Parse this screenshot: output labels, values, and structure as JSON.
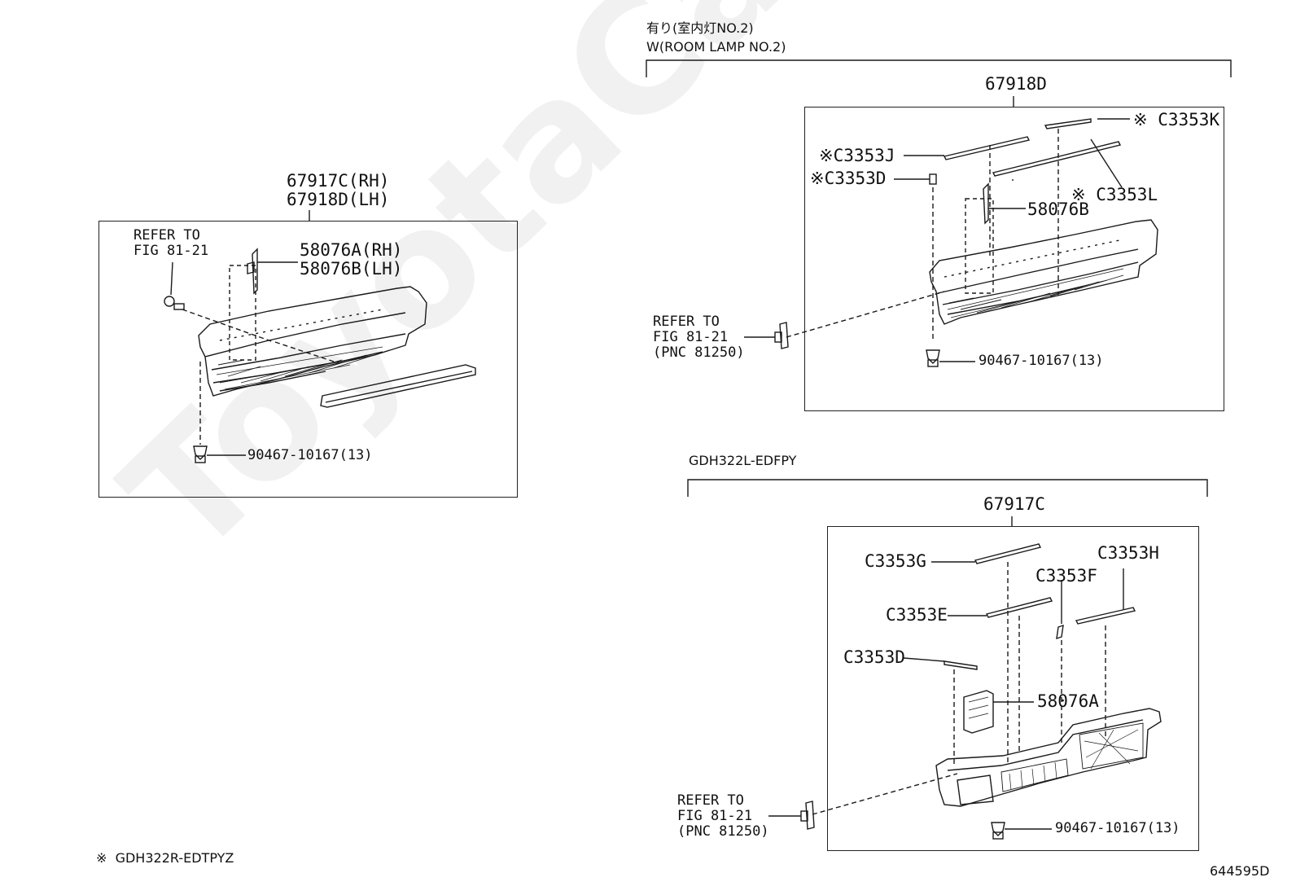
{
  "watermark": "ToyotaCarWine.ru",
  "left_panel": {
    "title_rh": "67917C(RH)",
    "title_lh": "67918D(LH)",
    "refer_line1": "REFER TO",
    "refer_line2": "FIG 81-21",
    "part_a": "58076A(RH)",
    "part_b": "58076B(LH)",
    "clip": "90467-10167(13)"
  },
  "right_top": {
    "header_jp": "有り(室内灯NO.2)",
    "header_en": "W(ROOM LAMP NO.2)",
    "title": "67918D",
    "c3353k": "※ C3353K",
    "c3353j": "※C3353J",
    "c3353d": "※C3353D",
    "c3353l": "※ C3353L",
    "part_58076b": "58076B",
    "refer_line1": "REFER TO",
    "refer_line2": "FIG 81-21",
    "refer_line3": "(PNC 81250)",
    "clip": "90467-10167(13)"
  },
  "right_bottom": {
    "header": "GDH322L-EDFPY",
    "title": "67917C",
    "c3353g": "C3353G",
    "c3353h": "C3353H",
    "c3353f": "C3353F",
    "c3353e": "C3353E",
    "c3353d": "C3353D",
    "part_58076a": "58076A",
    "refer_line1": "REFER TO",
    "refer_line2": "FIG 81-21",
    "refer_line3": "(PNC 81250)",
    "clip": "90467-10167(13)"
  },
  "footnote": "※  GDH322R-EDTPYZ",
  "diagram_id": "644595D"
}
